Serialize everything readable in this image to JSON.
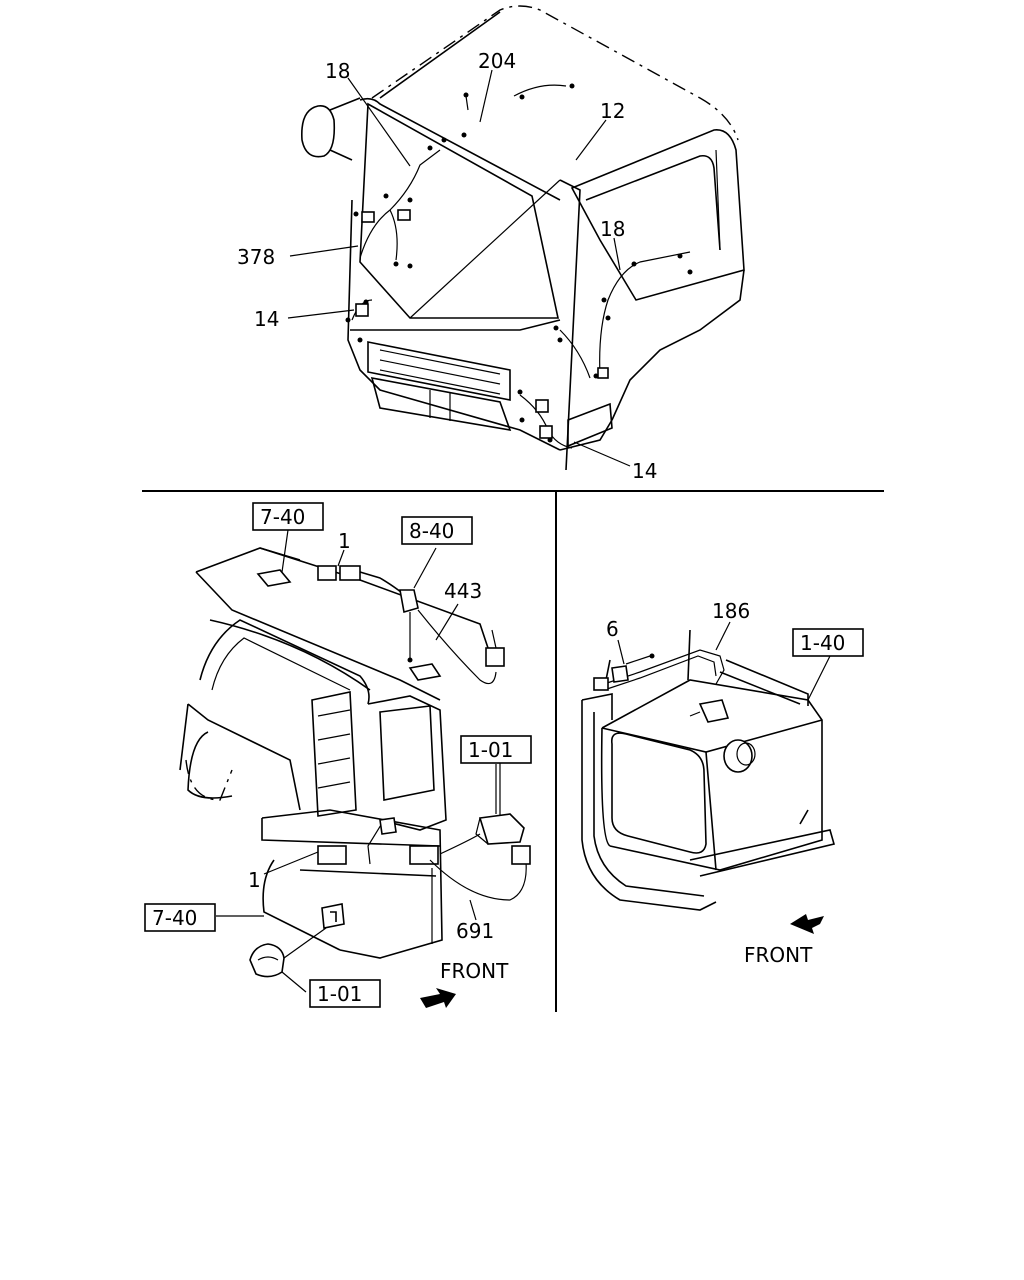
{
  "top_view": {
    "callouts": [
      "18",
      "204",
      "12",
      "378",
      "18",
      "14",
      "14"
    ]
  },
  "left_view": {
    "boxed_refs": [
      "7-40",
      "8-40",
      "1-01",
      "7-40",
      "1-01"
    ],
    "callouts": [
      "1",
      "443",
      "1",
      "691"
    ],
    "direction_label": "FRONT"
  },
  "right_view": {
    "boxed_refs": [
      "1-40"
    ],
    "callouts": [
      "6",
      "186"
    ],
    "direction_label": "FRONT"
  }
}
